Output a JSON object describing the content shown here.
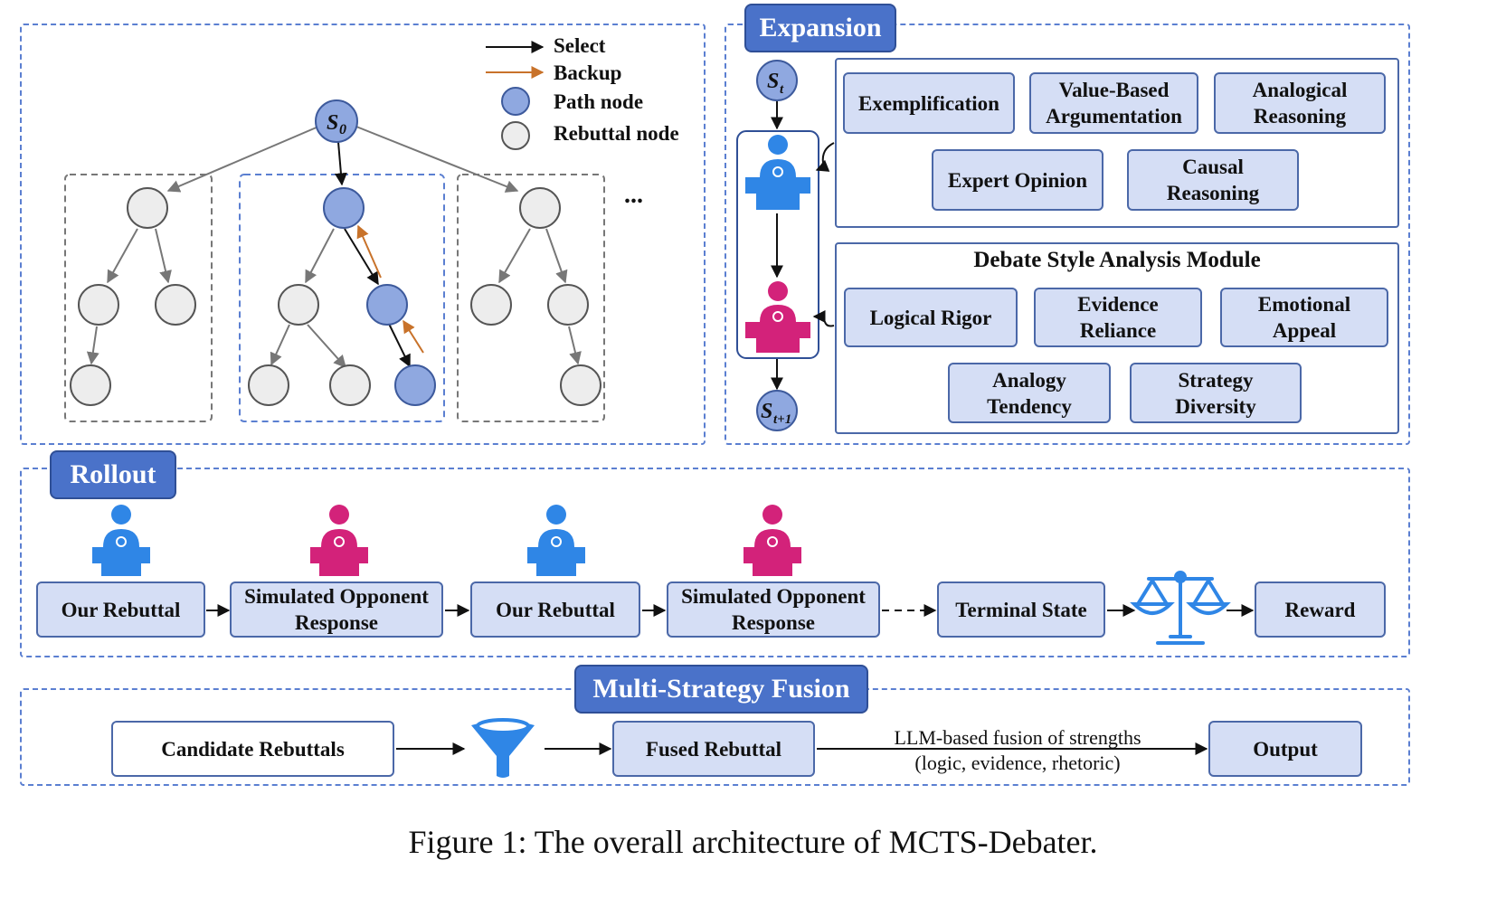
{
  "legend": {
    "select": "Select",
    "backup": "Backup",
    "path_node": "Path node",
    "rebuttal_node": "Rebuttal node"
  },
  "tree": {
    "root": "S0",
    "ellipsis": "..."
  },
  "expansion": {
    "title": "Expansion",
    "state_t": "St",
    "state_t1": "St+1",
    "strategies": [
      "Exemplification",
      "Value-Based Argumentation",
      "Analogical Reasoning",
      "Expert Opinion",
      "Causal Reasoning"
    ],
    "style_module_title": "Debate Style Analysis Module",
    "styles": [
      "Logical Rigor",
      "Evidence Reliance",
      "Emotional Appeal",
      "Analogy Tendency",
      "Strategy Diversity"
    ]
  },
  "rollout": {
    "title": "Rollout",
    "steps": [
      "Our Rebuttal",
      "Simulated Opponent Response",
      "Our Rebuttal",
      "Simulated Opponent Response",
      "Terminal State",
      "Reward"
    ]
  },
  "fusion": {
    "title": "Multi-Strategy Fusion",
    "candidate": "Candidate Rebuttals",
    "fused": "Fused Rebuttal",
    "note_line1": "LLM-based fusion of strengths",
    "note_line2": "(logic, evidence, rhetoric)",
    "output": "Output"
  },
  "caption": "Figure 1: The overall architecture of MCTS-Debater.",
  "colors": {
    "panel_border": "#5b7fd1",
    "title_fill": "#4a72c9",
    "box_fill": "#d5def5",
    "path_node": "#8fa8e0",
    "rebuttal_node": "#ededed",
    "our_speaker": "#2f86e6",
    "opponent_speaker": "#d3227a",
    "backup_arrow": "#c8722a"
  }
}
